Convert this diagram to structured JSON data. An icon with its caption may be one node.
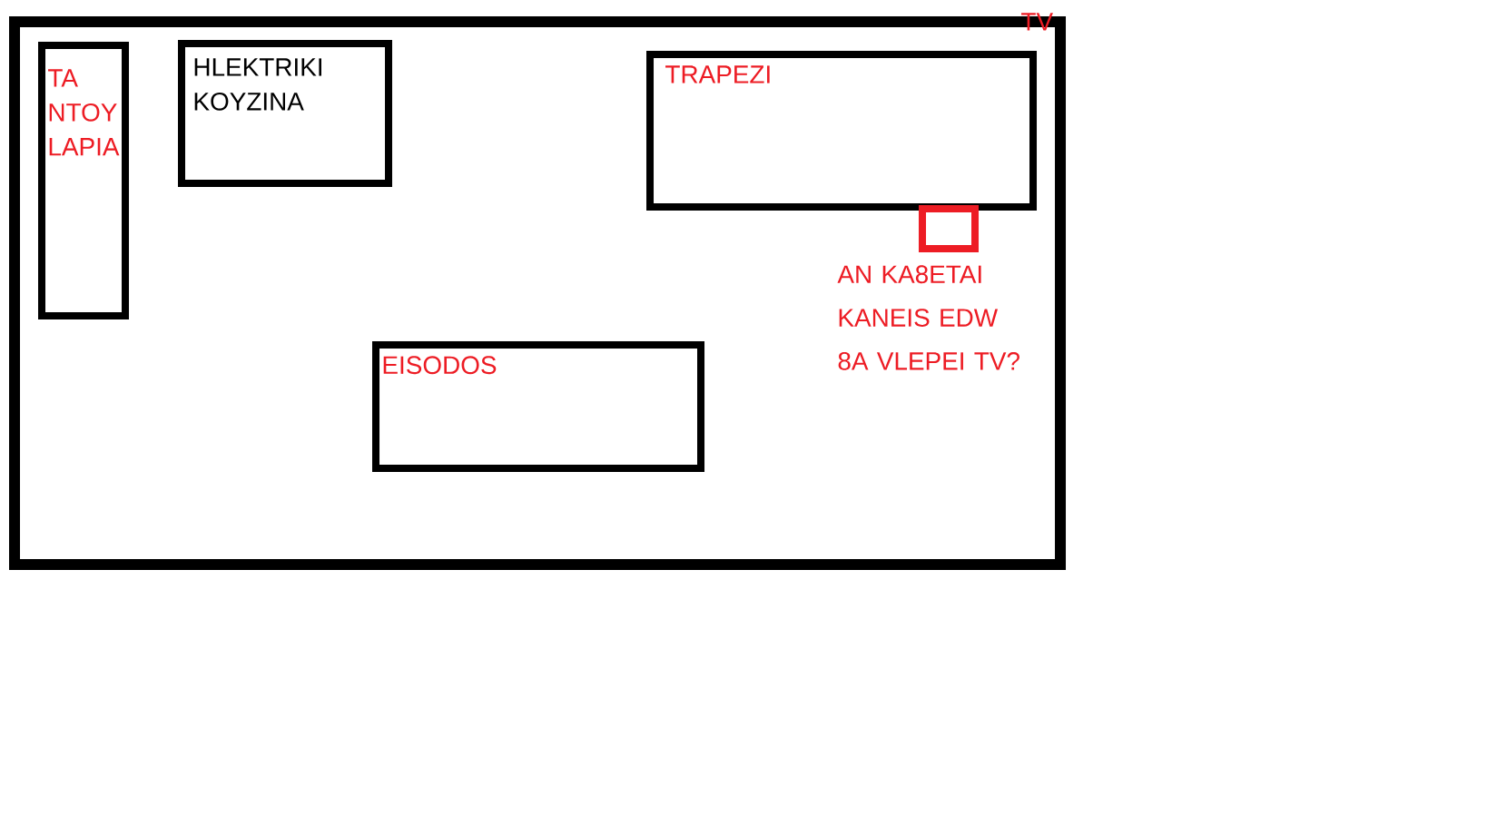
{
  "diagram": {
    "nodes": [
      {
        "text": [],
        "shape": "box"
      },
      {
        "text": [
          "TA NTOY LAPIA"
        ],
        "in": 0
      },
      {
        "text": [
          "HLEKTRIKI KOYZINA"
        ],
        "in": 0
      },
      {
        "text": [
          "TRAPEZI"
        ],
        "in": 0
      },
      {
        "text": [],
        "shape": "box",
        "in": 0
      },
      {
        "text": [
          "EISODOS"
        ],
        "in": 0
      }
    ],
    "edges": [],
    "labels": [
      "TV",
      "AN KA8ETAI KANEIS EDW 8A VLEPEI TV?"
    ]
  }
}
